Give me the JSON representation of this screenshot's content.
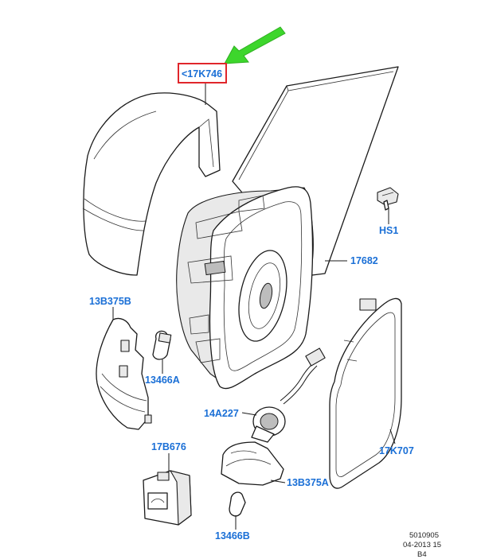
{
  "labels": {
    "mirror_cover": "<17K746",
    "mirror_glass_backing": "17682",
    "screw": "HS1",
    "lamp_housing_upper": "13B375B",
    "bulb_upper": "13466A",
    "connector": "14A227",
    "switch": "17B676",
    "lamp_housing_lower": "13B375A",
    "bulb_lower": "13466B",
    "mirror_glass": "17K707"
  },
  "reference": {
    "line1": "5010905",
    "line2": "04-2013 15",
    "line3": "B4"
  },
  "colors": {
    "label_blue": "#1a6fd6",
    "highlight_red": "#e0262b",
    "arrow_green": "#3dd62c"
  }
}
